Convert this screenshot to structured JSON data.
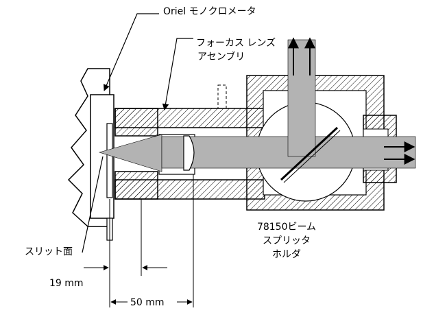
{
  "labels": {
    "monochromator": "Oriel モノクロメータ",
    "focus_lens_line1": "フォーカス レンズ",
    "focus_lens_line2": "アセンブリ",
    "splitter_line1": "78150ビーム",
    "splitter_line2": "スプリッタ",
    "splitter_line3": "ホルダ",
    "slit_face": "スリット面",
    "dim_19": "19 mm",
    "dim_50": "50 mm"
  },
  "colors": {
    "line": "#000000",
    "beam": "#b3b3b3",
    "background": "#ffffff"
  }
}
